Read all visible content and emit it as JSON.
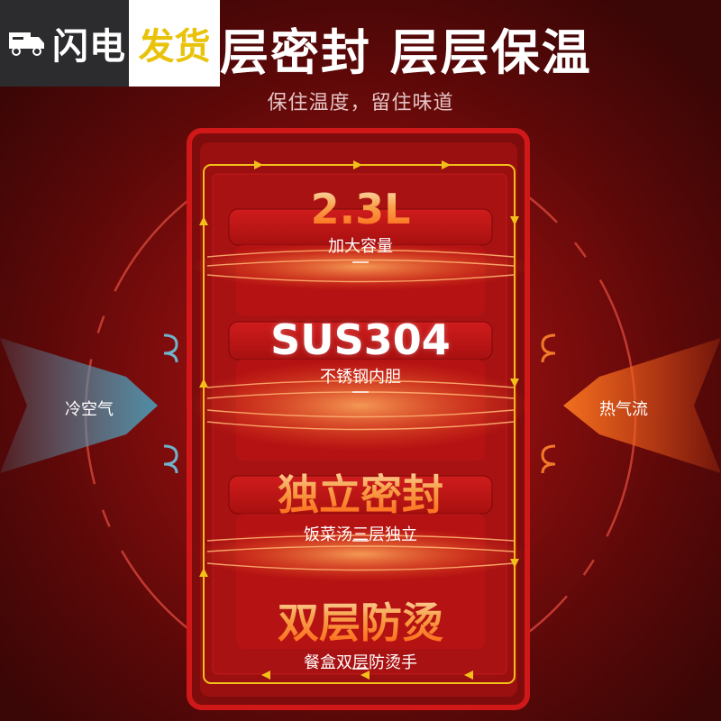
{
  "badge": {
    "left_text": "闪电",
    "right_text": "发货"
  },
  "headline": "层密封  层层保温",
  "subline": "保住温度，留住味道",
  "containers": [
    {
      "title": "2.3L",
      "caption": "加大容量"
    },
    {
      "title": "SUS304",
      "caption": "不锈钢内胆"
    },
    {
      "title": "独立密封",
      "caption": "饭菜汤三层独立"
    },
    {
      "title": "双层防烫",
      "caption": "餐盒双层防烫手"
    }
  ],
  "left_label": "冷空气",
  "right_label": "热气流",
  "colors": {
    "cold": "#4f8ea6",
    "hot": "#f06a1a",
    "frame": "#f2c01a",
    "red": "#c41616"
  },
  "icons": {
    "badge": "delivery-truck-icon"
  }
}
